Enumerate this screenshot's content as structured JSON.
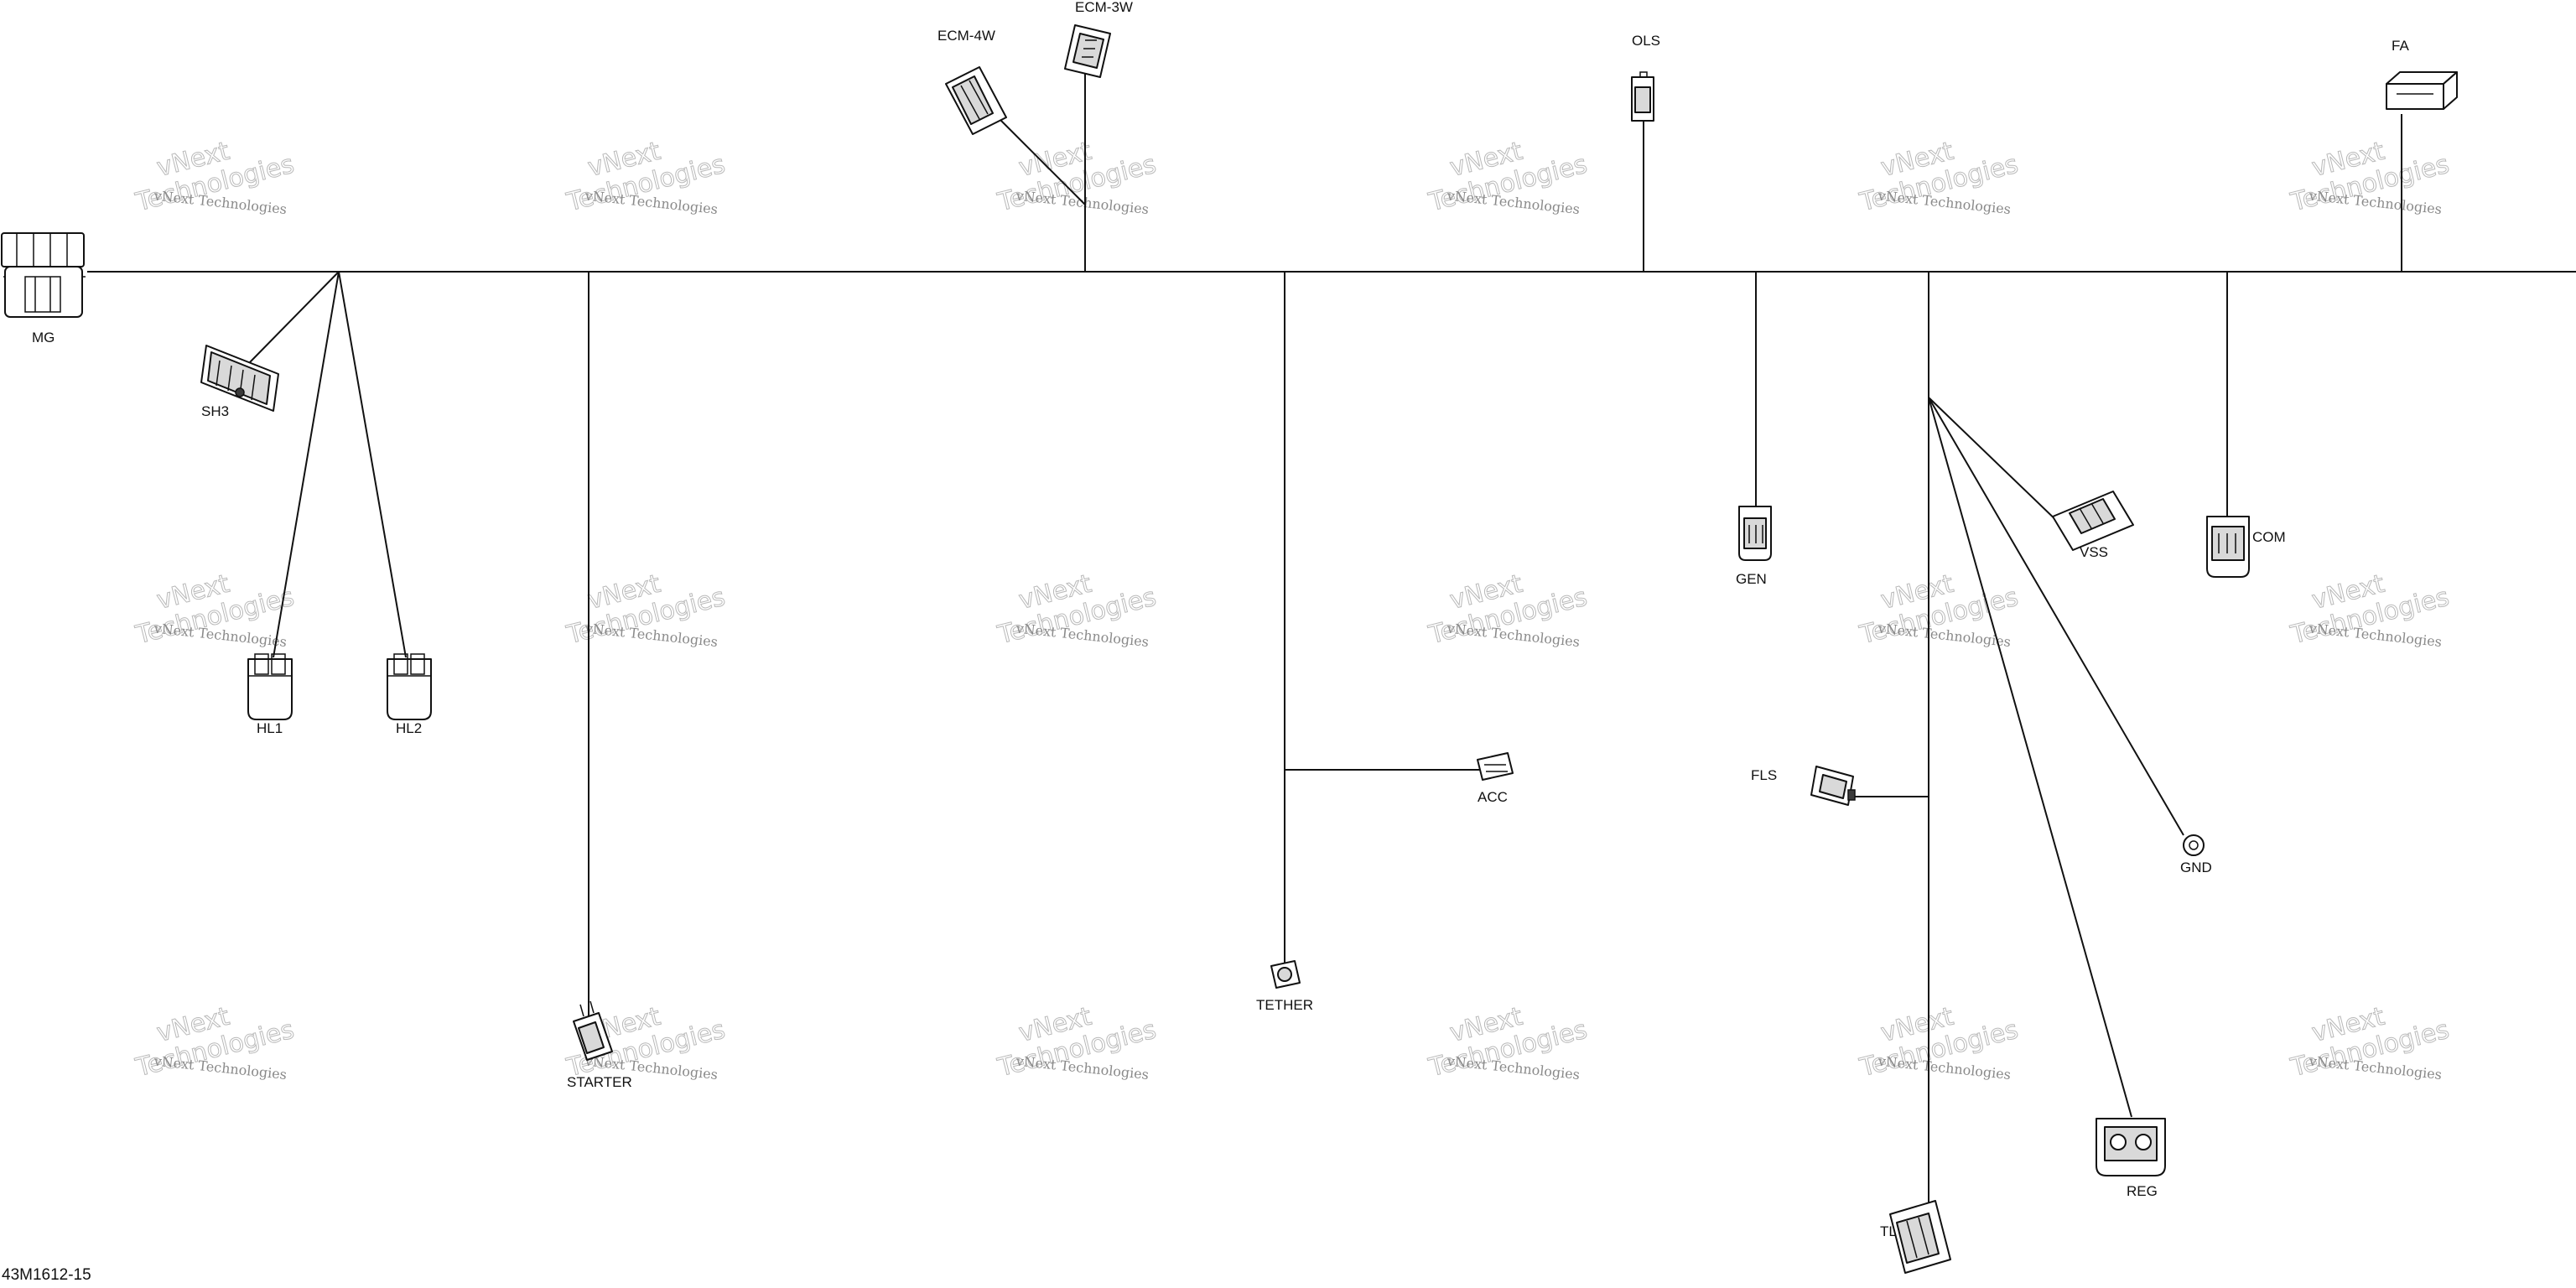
{
  "figure_id": "43M1612-15",
  "watermark": {
    "brand": "vNext",
    "company": "Technologies",
    "full": "vNext Technologies"
  },
  "connectors": {
    "mg": "MG",
    "sh3": "SH3",
    "hl1": "HL1",
    "hl2": "HL2",
    "starter": "STARTER",
    "ecm_4w": "ECM-4W",
    "ecm_3w": "ECM-3W",
    "tether": "TETHER",
    "acc": "ACC",
    "ols": "OLS",
    "gen": "GEN",
    "fls": "FLS",
    "tl": "TL",
    "vss": "VSS",
    "gnd": "GND",
    "reg": "REG",
    "com": "COM",
    "fa": "FA"
  }
}
